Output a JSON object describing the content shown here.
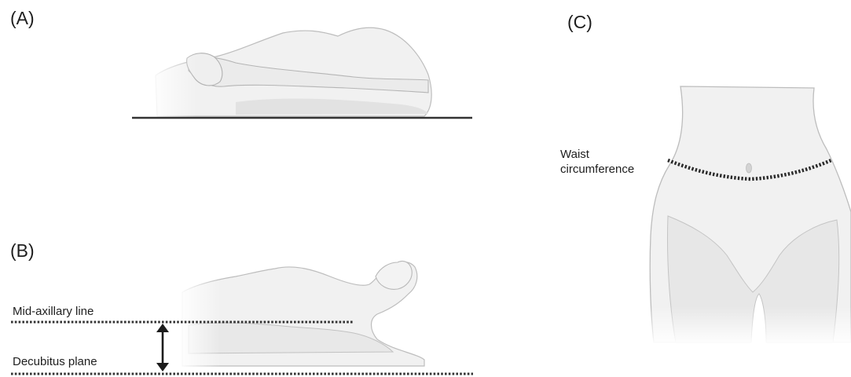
{
  "panels": {
    "a": {
      "label": "(A)"
    },
    "b": {
      "label": "(B)",
      "mid_axillary_label": "Mid-axillary line",
      "decubitus_label": "Decubitus plane"
    },
    "c": {
      "label": "(C)",
      "waist_label_line1": "Waist",
      "waist_label_line2": "circumference"
    }
  },
  "colors": {
    "body_fill": "#f1f1f1",
    "body_shade": "#e0e0e0",
    "outline": "#b9b9b9",
    "line": "#333333"
  }
}
